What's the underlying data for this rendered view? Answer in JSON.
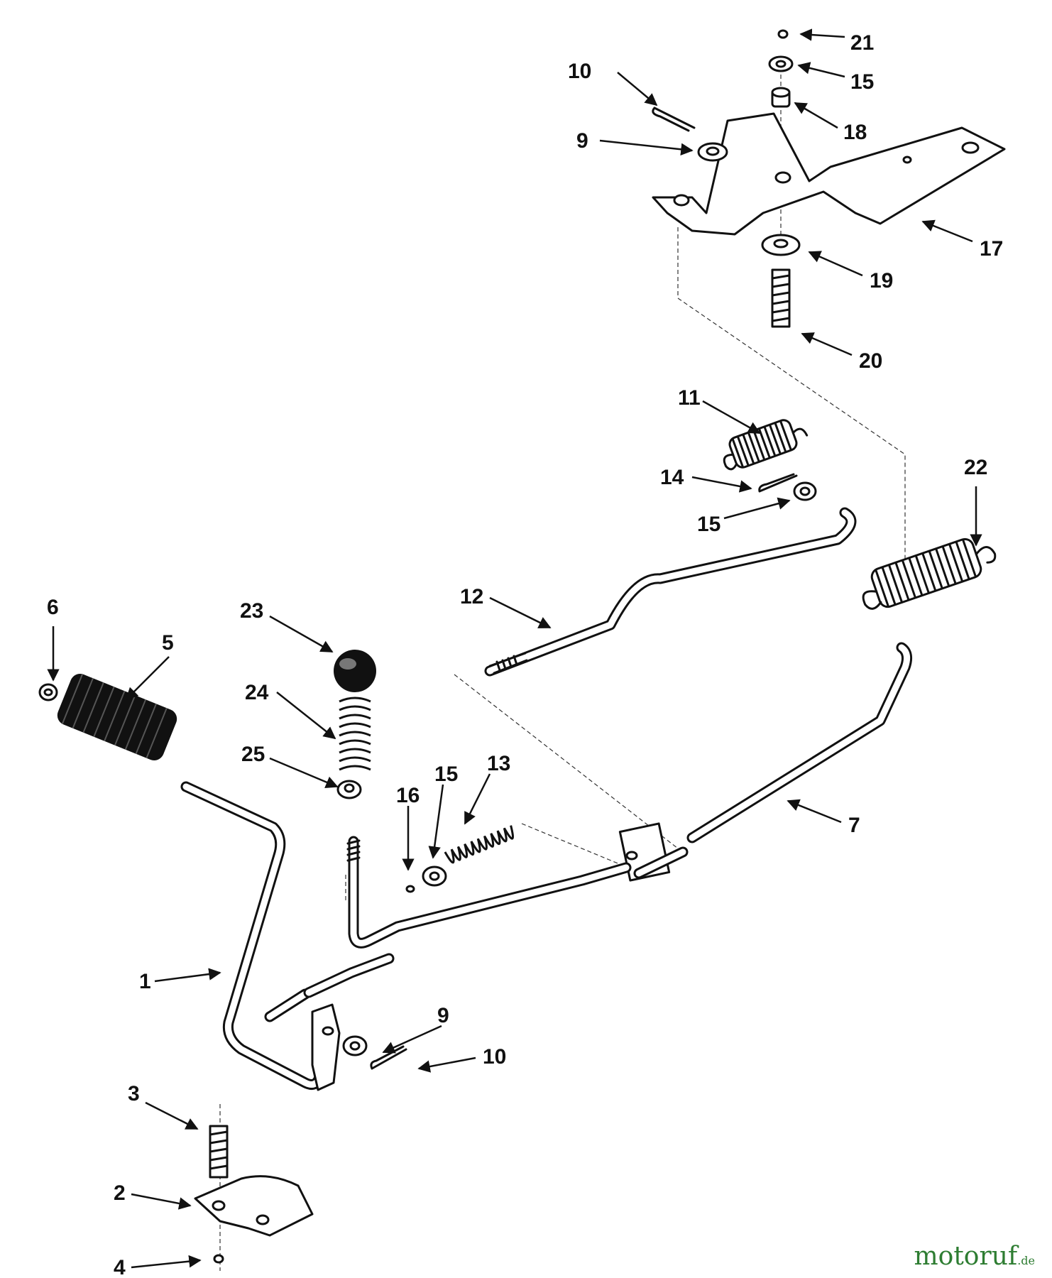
{
  "diagram": {
    "callouts": [
      "1",
      "2",
      "3",
      "4",
      "5",
      "6",
      "7",
      "9",
      "9",
      "10",
      "10",
      "11",
      "12",
      "13",
      "14",
      "15",
      "15",
      "15",
      "16",
      "17",
      "18",
      "19",
      "20",
      "21",
      "22",
      "23",
      "24",
      "25"
    ],
    "parts": {
      "pedal_rod": "1",
      "bracket": "2",
      "bolt_lower": "3",
      "nut_lower": "4",
      "pedal_pad": "5",
      "retaining_ring": "6",
      "brake_rod": "7",
      "washer": "9",
      "cotter_pin": "10",
      "extension_spring_small": "11",
      "clutch_rod": "12",
      "compression_spring": "13",
      "cotter_pin_small": "14",
      "flat_washer": "15",
      "hex_nut_small": "16",
      "mounting_plate": "17",
      "spacer": "18",
      "large_washer": "19",
      "bolt_upper": "20",
      "hex_nut_upper": "21",
      "extension_spring_large": "22",
      "knob": "23",
      "knob_spring": "24",
      "knob_washer": "25"
    },
    "colors": {
      "ink": "#111111",
      "paper": "#ffffff",
      "watermark": "#2e7d32"
    }
  },
  "watermark": {
    "text": "motoruf",
    "suffix": ".de"
  }
}
